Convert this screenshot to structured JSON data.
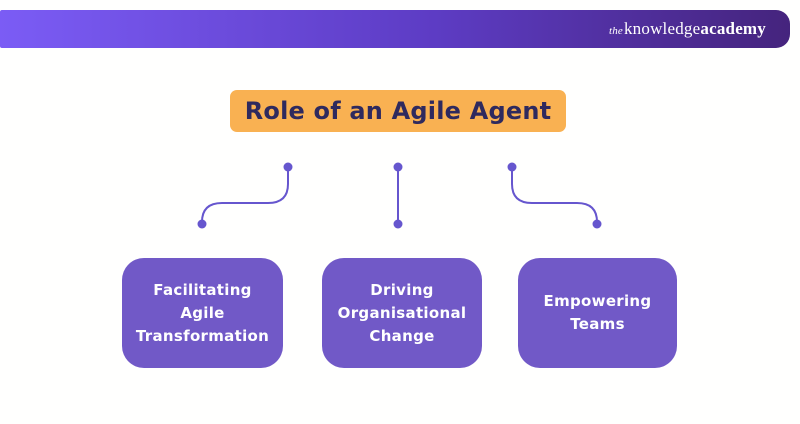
{
  "header": {
    "logo_the": "the",
    "logo_knowledge": "knowledge",
    "logo_academy": "academy"
  },
  "title": "Role of an Agile Agent",
  "roles": [
    {
      "label": "Facilitating Agile Transformation"
    },
    {
      "label": "Driving Organisational Change"
    },
    {
      "label": "Empowering Teams"
    }
  ],
  "colors": {
    "header_gradient_left": "#7b5cf5",
    "header_gradient_right": "#45247d",
    "title_bg": "#f9b152",
    "title_text": "#2f2a5e",
    "box_bg": "#7159c7",
    "box_text": "#ffffff",
    "connector": "#6656ce"
  }
}
